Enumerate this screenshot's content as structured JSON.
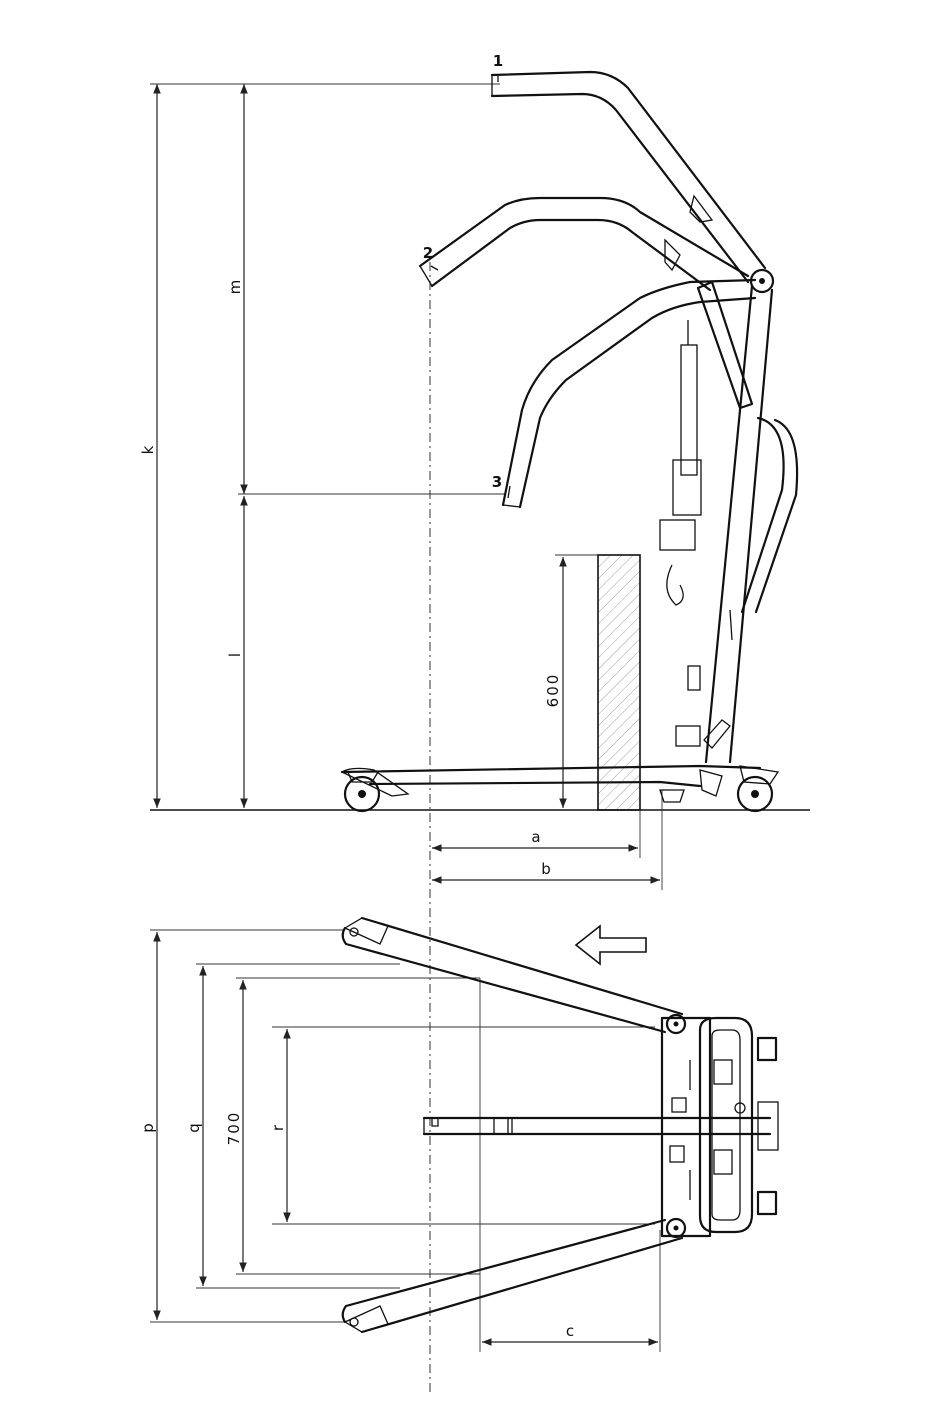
{
  "side_view": {
    "point_labels": {
      "p1": "1",
      "p2": "2",
      "p3": "3"
    },
    "dim_labels": {
      "k": "k",
      "m": "m",
      "l": "l",
      "a": "a",
      "b": "b",
      "h600": "600"
    }
  },
  "top_view": {
    "dim_labels": {
      "p": "p",
      "q": "q",
      "w700": "700",
      "r": "r",
      "c": "c"
    }
  },
  "colors": {
    "line": "#111111",
    "hatch": "#888888",
    "background": "#ffffff"
  }
}
